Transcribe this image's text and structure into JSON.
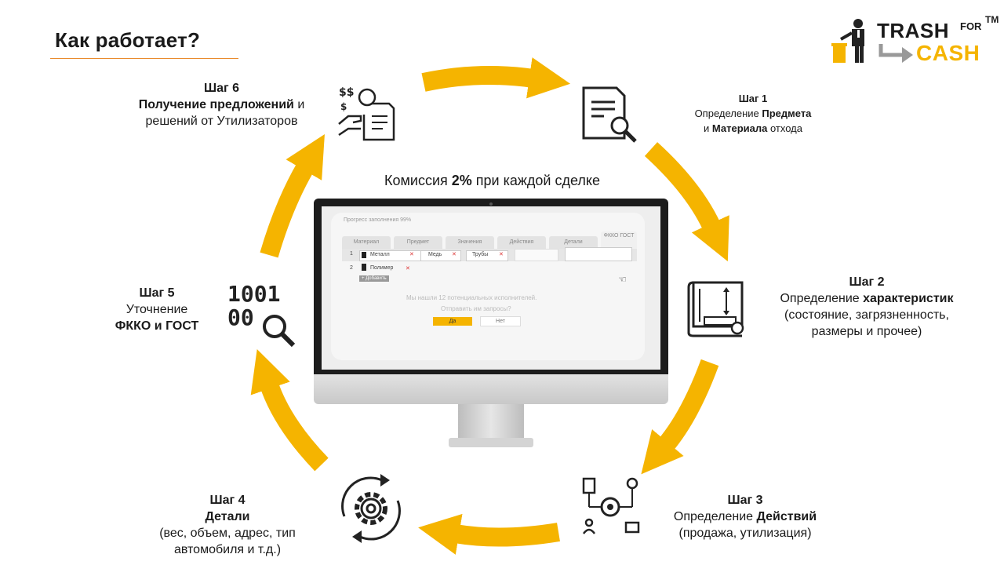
{
  "title": "Как работает?",
  "commission": {
    "prefix": "Комиссия ",
    "value": "2%",
    "suffix": " при каждой сделке"
  },
  "logo": {
    "trash": "TRASH",
    "for": "FOR",
    "tm": "TM",
    "cash": "CASH"
  },
  "steps": {
    "s1": {
      "header": "Шаг 1",
      "l1a": "Определение ",
      "l1b": "Предмета",
      "l2a": "и ",
      "l2b": "Материала",
      "l2c": " отхода",
      "icon": "document-search-icon"
    },
    "s2": {
      "header": "Шаг 2",
      "l1a": "Определение ",
      "l1b": "характеристик",
      "l2": "(состояние, загрязненность,",
      "l3": "размеры и прочее)",
      "icon": "blueprint-ruler-icon"
    },
    "s3": {
      "header": "Шаг 3",
      "l1a": "Определение ",
      "l1b": "Действий",
      "l2": "(продажа, утилизация)",
      "icon": "process-actions-icon"
    },
    "s4": {
      "header": "Шаг 4",
      "l1": "Детали",
      "l2": "(вес, объем, адрес, тип",
      "l3": "автомобиля и т.д.)",
      "icon": "gear-cycle-icon"
    },
    "s5": {
      "header": "Шаг 5",
      "l1": "Уточнение",
      "l2": "ФККО и ГОСТ",
      "icon": "binary-search-icon"
    },
    "s6": {
      "header": "Шаг 6",
      "l1a": "Получение предложений",
      "l1b": " и",
      "l2": "решений от Утилизаторов",
      "icon": "money-contract-icon"
    }
  },
  "screen": {
    "progress": "Прогресс заполнения 99%",
    "tabs": [
      "Материал",
      "Предмет",
      "Значения",
      "Действия",
      "Детали",
      "ФККО ГОСТ"
    ],
    "row1": {
      "num": "1",
      "material": "Металл",
      "subject": "Медь",
      "value": "Трубы"
    },
    "row2": {
      "num": "2",
      "material": "Полимер"
    },
    "add": "+ Добавить",
    "found": "Мы нашли 12 потенциальных исполнителей.",
    "question": "Отправить им запросы?",
    "yes": "Да",
    "no": "Нет"
  },
  "colors": {
    "accent": "#f5b400",
    "title_underline": "#e98a2c"
  }
}
